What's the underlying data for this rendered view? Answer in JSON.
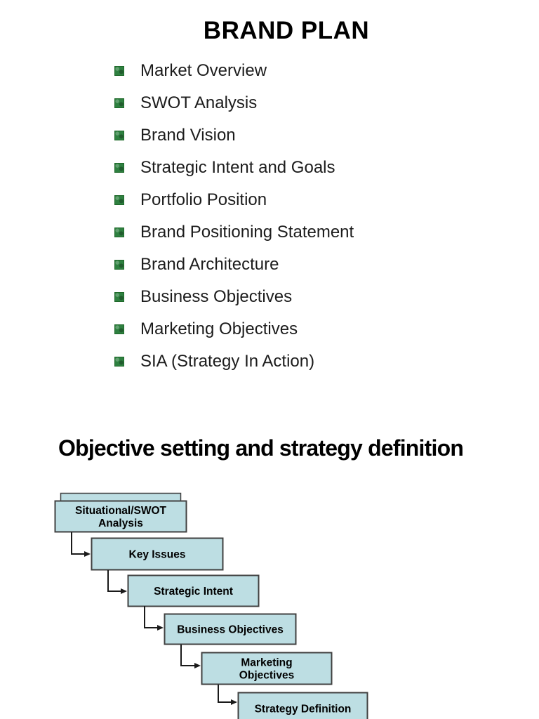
{
  "slide1": {
    "title": "BRAND PLAN",
    "bullet_color": "#2e8040",
    "items": [
      "Market Overview",
      "SWOT Analysis",
      "Brand Vision",
      "Strategic Intent and Goals",
      "Portfolio Position",
      "Brand Positioning Statement",
      "Brand Architecture",
      "Business Objectives",
      "Marketing Objectives",
      "SIA (Strategy In Action)"
    ]
  },
  "slide2": {
    "title": "Objective setting and strategy definition",
    "diagram": {
      "box_fill": "#bddee3",
      "box_border": "#404040",
      "arrow_color": "#1a1a1a",
      "boxes": [
        {
          "label": "Situational/SWOT Analysis",
          "lines": [
            "Situational/SWOT",
            "Analysis"
          ]
        },
        {
          "label": "Key Issues",
          "lines": [
            "Key Issues"
          ]
        },
        {
          "label": "Strategic Intent",
          "lines": [
            "Strategic Intent"
          ]
        },
        {
          "label": "Business Objectives",
          "lines": [
            "Business Objectives"
          ]
        },
        {
          "label": "Marketing Objectives",
          "lines": [
            "Marketing",
            "Objectives"
          ]
        },
        {
          "label": "Strategy Definition",
          "lines": [
            "Strategy Definition"
          ]
        }
      ]
    }
  }
}
